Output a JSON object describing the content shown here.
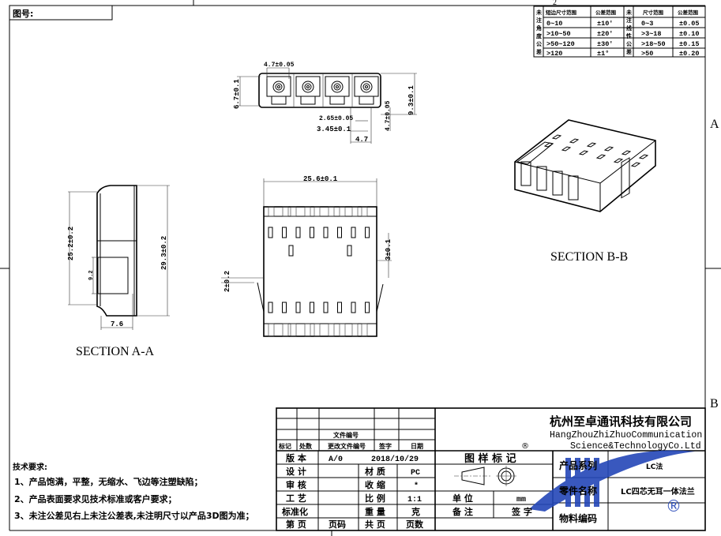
{
  "header": {
    "drawing_no_label": "图号:"
  },
  "grid_refs": {
    "top": "2",
    "right_a": "A",
    "right_b": "B"
  },
  "tolerance_table": {
    "angle_side_label": [
      "未",
      "注",
      "角",
      "度",
      "公",
      "差"
    ],
    "linear_side_label": [
      "未",
      "注",
      "线",
      "性",
      "公",
      "差"
    ],
    "angle_headers": [
      "短边尺寸范围",
      "公差范围"
    ],
    "linear_headers": [
      "尺寸范围",
      "公差范围"
    ],
    "angle_rows": [
      [
        "0~10",
        "±10′"
      ],
      [
        ">10~50",
        "±20′"
      ],
      [
        ">50~120",
        "±30′"
      ],
      [
        ">120",
        "±1°"
      ]
    ],
    "linear_rows": [
      [
        "0~3",
        "±0.05"
      ],
      [
        ">3~18",
        "±0.10"
      ],
      [
        ">18~50",
        "±0.15"
      ],
      [
        ">50",
        "±0.20"
      ]
    ]
  },
  "top_view": {
    "dim_pitch": "4.7±0.05",
    "dim_height": "6.7±0.1",
    "dim_total": "9.3±0.1",
    "dim_265": "2.65±0.05",
    "dim_345": "3.45±0.1",
    "dim_47": "4.7",
    "dim_47v": "4.7±0.05"
  },
  "front_view": {
    "dim_width": "25.6±0.1",
    "dim_3": "3±0.1",
    "dim_2": "2±0.2"
  },
  "section_a": {
    "title": "SECTION A-A",
    "dim_252": "25.2±0.2",
    "dim_293": "29.3±0.2",
    "dim_92": "9.2",
    "dim_76": "7.6"
  },
  "section_b": {
    "title": "SECTION B-B"
  },
  "tech_notes": {
    "title": "技术要求:",
    "items": [
      "1、产品饱满，平整，无缩水、飞边等注塑缺陷；",
      "2、产品表面要求见技术标准或客户要求；",
      "3、未注公差见右上未注公差表,未注明尺寸以产品3D图为准；"
    ]
  },
  "title_block": {
    "rev_headers": [
      "标记",
      "处数",
      "更改文件编号",
      "签字",
      "日期"
    ],
    "file_no": "文件编号",
    "rows": [
      [
        "版 本",
        "A/0",
        "2018/10/29"
      ],
      [
        "设 计",
        "",
        "材 质",
        "PC"
      ],
      [
        "审 核",
        "",
        "收 缩",
        "*"
      ],
      [
        "工 艺",
        "",
        "比 例",
        "1:1"
      ],
      [
        "标准化",
        "",
        "重 量",
        "克"
      ],
      [
        "第 页",
        "页码",
        "共 页",
        "页数"
      ]
    ],
    "pattern_mark": "图 样 标 记",
    "unit_label": "单 位",
    "unit_value": "mm",
    "remark_label": "备 注",
    "sign_label": "签 字",
    "registered": "®",
    "company_cn": "杭州至卓通讯科技有限公司",
    "company_en1": "HangZhouZhiZhuoCommunication",
    "company_en2": "Science&TechnologyCo.Ltd",
    "product_series_label": "产品系列",
    "product_series_value": "LC法",
    "part_name_label": "零件名称",
    "part_name_value": "LC四芯无耳一体法兰",
    "material_code_label": "物料编码",
    "material_code_value": "",
    "logo_color": "#2447b8"
  }
}
